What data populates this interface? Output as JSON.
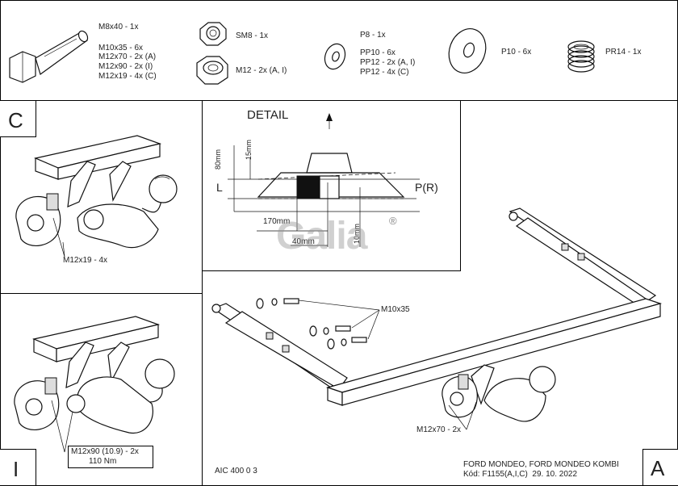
{
  "parts": {
    "bolt": {
      "label": "M8x40 - 1x"
    },
    "bolts_list": [
      "M10x35 - 6x",
      "M12x70 - 2x (A)",
      "M12x90 - 2x (I)",
      "M12x19 - 4x (C)"
    ],
    "nut_sm8": "SM8 - 1x",
    "nut_m12": "M12 - 2x (A, I)",
    "washer_p8": "P8 - 1x",
    "washers_pp": [
      "PP10 - 6x",
      "PP12 - 2x (A, I)",
      "PP12 - 4x (C)"
    ],
    "washer_p10": "P10 - 6x",
    "spring_pr14": "PR14 - 1x"
  },
  "panel_c": {
    "letter": "C",
    "callout": "M12x19 - 4x"
  },
  "panel_i": {
    "letter": "I",
    "callout_line1": "M12x90 (10.9) - 2x",
    "callout_line2": "110 Nm"
  },
  "panel_a": {
    "letter": "A",
    "callout_top": "M10x35",
    "callout_bottom": "M12x70 - 2x"
  },
  "detail": {
    "title": "DETAIL",
    "dim_80": "80mm",
    "dim_15": "15mm",
    "dim_l": "L",
    "dim_pr": "P(R)",
    "dim_170": "170mm",
    "dim_40": "40mm",
    "dim_10": "10mm",
    "watermark": "Galia",
    "registered": "®"
  },
  "footer": {
    "code": "AIC 400 0 3",
    "vehicle": "FORD MONDEO, FORD MONDEO KOMBI",
    "kod": "Kód: F1155(A,I,C)  29. 10. 2022"
  }
}
